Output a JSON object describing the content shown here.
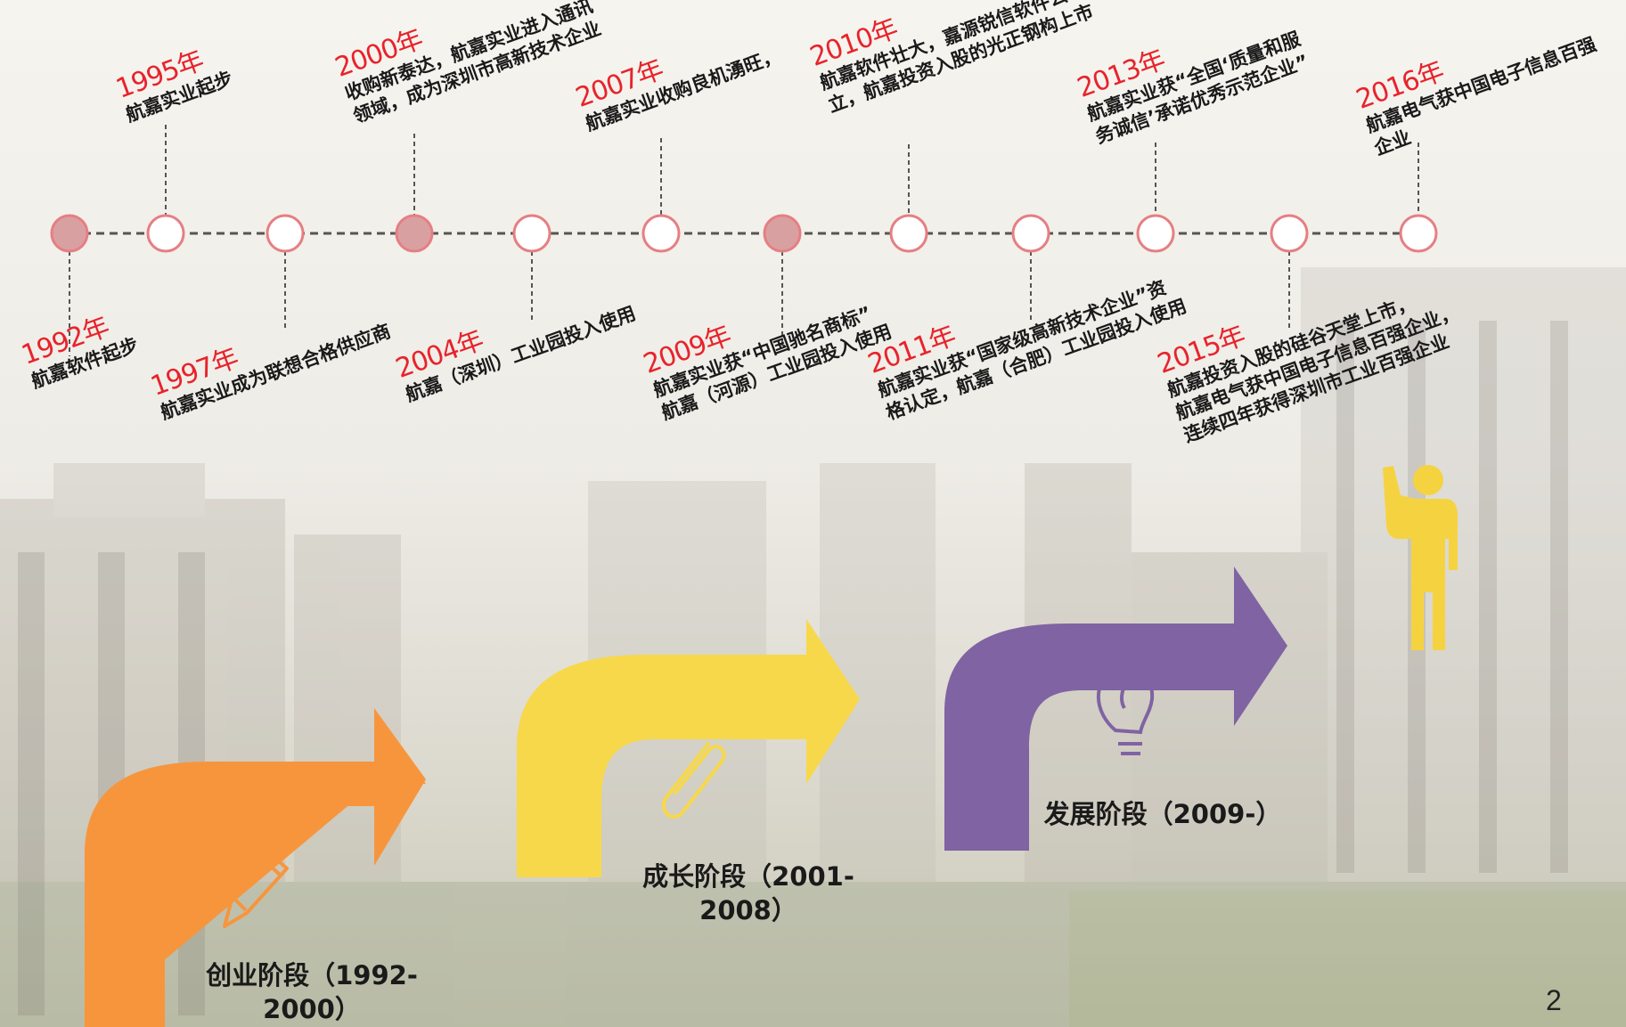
{
  "colors": {
    "year_red": "#e8232b",
    "text_dark": "#1a1a1a",
    "circle_fill_filled": "#d9a0a2",
    "circle_stroke": "#e57f83",
    "dashed_line": "#555555",
    "stage_orange": "#f7953d",
    "stage_yellow": "#f7d84a",
    "stage_purple": "#8063a3",
    "figure_yellow": "#f5d340"
  },
  "timeline": {
    "events_top": [
      {
        "year": "1995年",
        "lines": [
          "航嘉实业起步"
        ]
      },
      {
        "year": "2000年",
        "lines": [
          "收购新泰达，航嘉实业进入通讯",
          "领域，成为深圳市高新技术企业"
        ]
      },
      {
        "year": "2007年",
        "lines": [
          "航嘉实业收购良机湧旺，"
        ]
      },
      {
        "year": "2010年",
        "lines": [
          "航嘉软件壮大，嘉源锐信软件公司成",
          "立，航嘉投资入股的光正钢构上市"
        ]
      },
      {
        "year": "2013年",
        "lines": [
          "航嘉实业获“全国‘质量和服",
          "务诚信’承诺优秀示范企业”"
        ]
      },
      {
        "year": "2016年",
        "lines": [
          "航嘉电气获中国电子信息百强",
          "企业"
        ]
      }
    ],
    "events_bottom": [
      {
        "year": "1992年",
        "lines": [
          "航嘉软件起步"
        ]
      },
      {
        "year": "1997年",
        "lines": [
          "航嘉实业成为联想合格供应商"
        ]
      },
      {
        "year": "2004年",
        "lines": [
          "航嘉（深圳）工业园投入使用"
        ]
      },
      {
        "year": "2009年",
        "lines": [
          "航嘉实业获“中国驰名商标”",
          "航嘉（河源）工业园投入使用"
        ]
      },
      {
        "year": "2011年",
        "lines": [
          "航嘉实业获“国家级高新技术企业”资",
          "格认定，航嘉（合肥）工业园投入使用"
        ]
      },
      {
        "year": "2015年",
        "lines": [
          "航嘉投资入股的硅谷天堂上市，",
          "航嘉电气获中国电子信息百强企业，",
          "连续四年获得深圳市工业百强企业"
        ]
      }
    ]
  },
  "stages": [
    {
      "label_line1": "创业阶段（1992-",
      "label_line2": "2000）",
      "color": "#f7953d",
      "icon": "pencil-icon"
    },
    {
      "label_line1": "成长阶段（2001-",
      "label_line2": "2008）",
      "color": "#f7d84a",
      "icon": "paperclip-icon"
    },
    {
      "label_line1": "发展阶段（2009-）",
      "label_line2": "",
      "color": "#8063a3",
      "icon": "lightbulb-icon"
    }
  ],
  "page_number": "2"
}
